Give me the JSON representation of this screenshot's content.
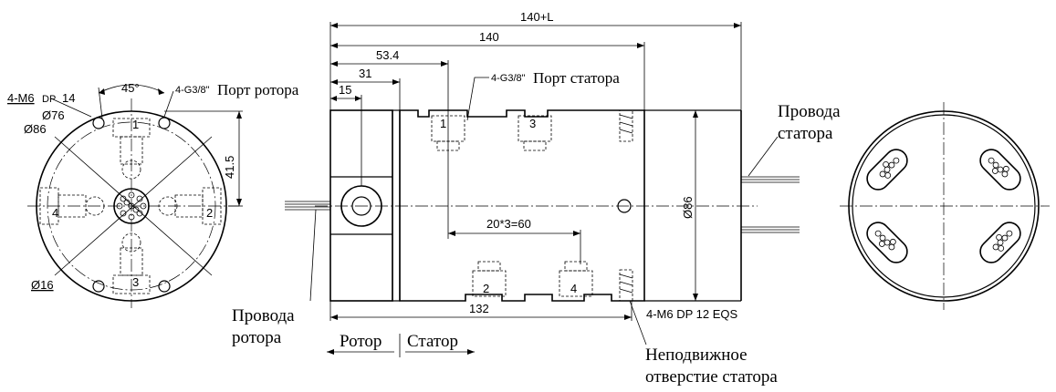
{
  "dimensions": {
    "total_len": "140+L",
    "body_len": "140",
    "d53": "53.4",
    "d31": "31",
    "d15": "15",
    "d132": "132",
    "spacing": "20*3=60",
    "dia86": "Ø86",
    "angle45": "45°",
    "h41": "41.5",
    "dia76": "Ø76",
    "dia86_left": "Ø86",
    "dia16": "Ø16",
    "m6_left": "4-M6",
    "m6_dp": "DP",
    "m6_depth": "14",
    "m6_eqs": "4-M6 DP 12 EQS"
  },
  "labels": {
    "rotor_port_code": "4-G3/8\"",
    "rotor_port_text": "Порт ротора",
    "stator_port_code": "4-G3/8\"",
    "stator_port_text": "Порт статора",
    "stator_wires_1": "Провода",
    "stator_wires_2": "статора",
    "rotor_wires_1": "Провода",
    "rotor_wires_2": "ротора",
    "rotor": "Ротор",
    "stator": "Статор",
    "fixed_hole_1": "Неподвижное",
    "fixed_hole_2": "отверстие статора"
  },
  "ports": {
    "left_view": [
      "1",
      "2",
      "3",
      "4"
    ],
    "side_top": [
      "1",
      "3"
    ],
    "side_bottom": [
      "2",
      "4"
    ]
  }
}
